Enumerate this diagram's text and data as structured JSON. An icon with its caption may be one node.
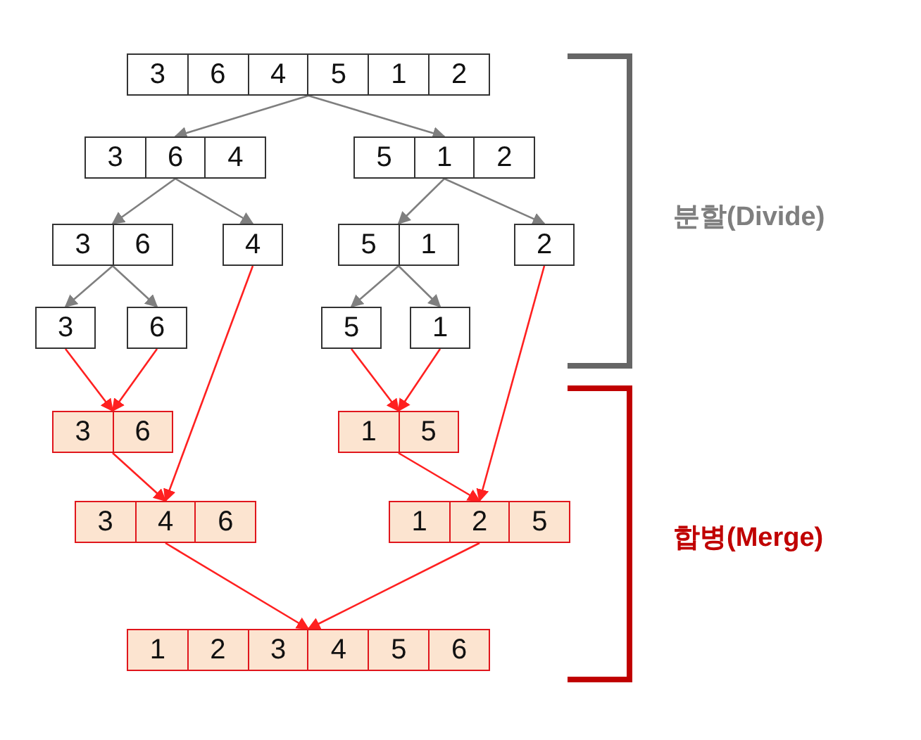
{
  "diagram": {
    "nodes": [
      {
        "text": [
          "3",
          "6",
          "4",
          "5",
          "1",
          "2"
        ]
      },
      {
        "text": [
          "3",
          "6",
          "4"
        ]
      },
      {
        "text": [
          "5",
          "1",
          "2"
        ]
      },
      {
        "text": [
          "3",
          "6"
        ]
      },
      {
        "text": [
          "4"
        ]
      },
      {
        "text": [
          "5",
          "1"
        ]
      },
      {
        "text": [
          "2"
        ]
      },
      {
        "text": [
          "3"
        ]
      },
      {
        "text": [
          "6"
        ]
      },
      {
        "text": [
          "5"
        ]
      },
      {
        "text": [
          "1"
        ]
      },
      {
        "text": [
          "3",
          "6"
        ]
      },
      {
        "text": [
          "1",
          "5"
        ]
      },
      {
        "text": [
          "3",
          "4",
          "6"
        ]
      },
      {
        "text": [
          "1",
          "2",
          "5"
        ]
      },
      {
        "text": [
          "1",
          "2",
          "3",
          "4",
          "5",
          "6"
        ]
      }
    ],
    "edges": [
      {
        "from": 0,
        "to": 1,
        "arrow": "to",
        "color": "#7f7f7f"
      },
      {
        "from": 0,
        "to": 2,
        "arrow": "to",
        "color": "#7f7f7f"
      },
      {
        "from": 1,
        "to": 3,
        "arrow": "to",
        "color": "#7f7f7f"
      },
      {
        "from": 1,
        "to": 4,
        "arrow": "to",
        "color": "#7f7f7f"
      },
      {
        "from": 2,
        "to": 5,
        "arrow": "to",
        "color": "#7f7f7f"
      },
      {
        "from": 2,
        "to": 6,
        "arrow": "to",
        "color": "#7f7f7f"
      },
      {
        "from": 3,
        "to": 7,
        "arrow": "to",
        "color": "#7f7f7f"
      },
      {
        "from": 3,
        "to": 8,
        "arrow": "to",
        "color": "#7f7f7f"
      },
      {
        "from": 5,
        "to": 9,
        "arrow": "to",
        "color": "#7f7f7f"
      },
      {
        "from": 5,
        "to": 10,
        "arrow": "to",
        "color": "#7f7f7f"
      },
      {
        "from": 7,
        "to": 11,
        "arrow": "to",
        "color": "#ff2020"
      },
      {
        "from": 8,
        "to": 11,
        "arrow": "to",
        "color": "#ff2020"
      },
      {
        "from": 9,
        "to": 12,
        "arrow": "to",
        "color": "#ff2020"
      },
      {
        "from": 10,
        "to": 12,
        "arrow": "to",
        "color": "#ff2020"
      },
      {
        "from": 11,
        "to": 13,
        "arrow": "to",
        "color": "#ff2020"
      },
      {
        "from": 4,
        "to": 13,
        "arrow": "to",
        "color": "#ff2020"
      },
      {
        "from": 12,
        "to": 14,
        "arrow": "to",
        "color": "#ff2020"
      },
      {
        "from": 6,
        "to": 14,
        "arrow": "to",
        "color": "#ff2020"
      },
      {
        "from": 13,
        "to": 15,
        "arrow": "to",
        "color": "#ff2020"
      },
      {
        "from": 14,
        "to": 15,
        "arrow": "to",
        "color": "#ff2020"
      }
    ],
    "labels": [
      "분할(Divide)",
      "합병(Merge)"
    ]
  }
}
